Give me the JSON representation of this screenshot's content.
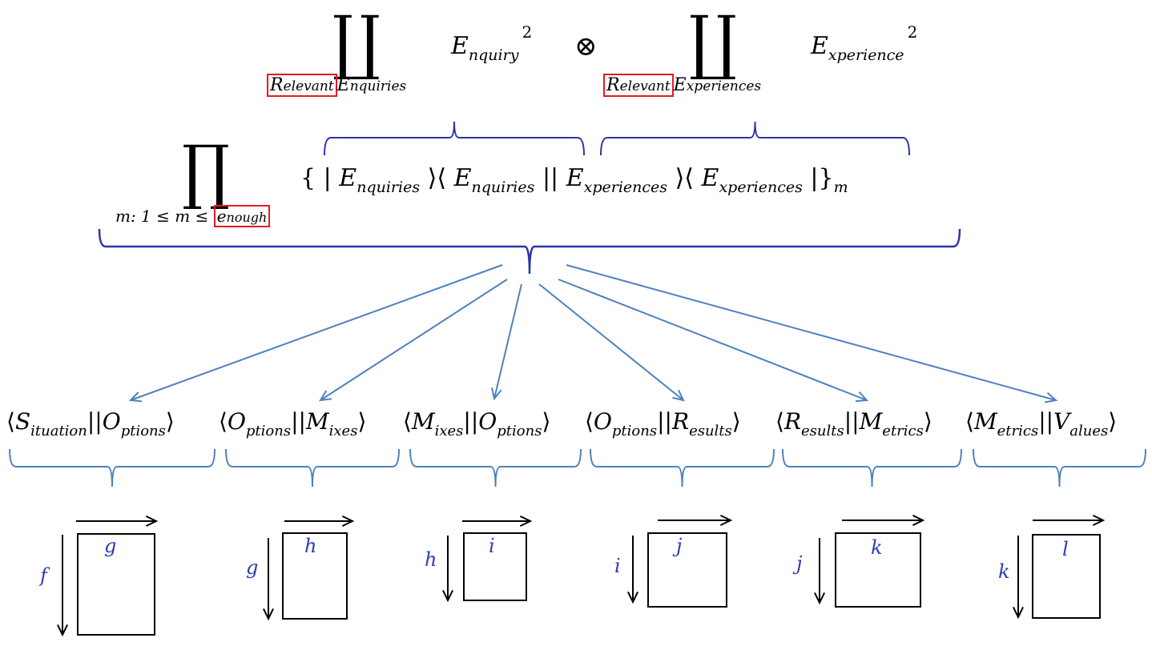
{
  "colors": {
    "dark_brace": "#2a35a8",
    "light_blue": "#4f81bd",
    "label_blue": "#2f3cb4",
    "highlight_box": "#e31b23",
    "ink": "#000000"
  },
  "top_row": {
    "left_coproduct": {
      "symbol": "∐",
      "limit_boxed": "R",
      "limit_boxed_sub": "elevant",
      "limit_main": "E",
      "limit_main_sub": "nquiries"
    },
    "left_term": {
      "base": "E",
      "sub": "nquiry",
      "sup": "2"
    },
    "operator": "⊗",
    "right_coproduct": {
      "symbol": "∐",
      "limit_boxed": "R",
      "limit_boxed_sub": "elevant",
      "limit_main": "E",
      "limit_main_sub": "xperiences"
    },
    "right_term": {
      "base": "E",
      "sub": "xperience",
      "sup": "2"
    }
  },
  "middle_row": {
    "product": {
      "symbol": "∏",
      "limit_prefix": "m: 1 ≤ m ≤ ",
      "limit_boxed": "e",
      "limit_boxed_sub": "nough"
    },
    "open_brace": "{",
    "enquiries_ket": {
      "bar": "|",
      "base": "E",
      "sub": "nquiries",
      "close": "⟩"
    },
    "enquiries_bra": {
      "open": "⟨",
      "base": "E",
      "sub": "nquiries",
      "bar": "|"
    },
    "experiences_ket": {
      "bar": "|",
      "base": "E",
      "sub": "xperiences",
      "close": "⟩"
    },
    "experiences_bra": {
      "open": "⟨",
      "base": "E",
      "sub": "xperiences",
      "bar": "|"
    },
    "close_brace": "}",
    "close_sub": "m"
  },
  "bra_kets": [
    {
      "left_base": "S",
      "left_sub": "ituation",
      "right_base": "O",
      "right_sub": "ptions"
    },
    {
      "left_base": "O",
      "left_sub": "ptions",
      "right_base": "M",
      "right_sub": "ixes"
    },
    {
      "left_base": "M",
      "left_sub": "ixes",
      "right_base": "O",
      "right_sub": "ptions"
    },
    {
      "left_base": "O",
      "left_sub": "ptions",
      "right_base": "R",
      "right_sub": "esults"
    },
    {
      "left_base": "R",
      "left_sub": "esults",
      "right_base": "M",
      "right_sub": "etrics"
    },
    {
      "left_base": "M",
      "left_sub": "etrics",
      "right_base": "V",
      "right_sub": "alues"
    }
  ],
  "bra_ket_symbols": {
    "open": "⟨",
    "close": "⟩",
    "sep": "||"
  },
  "matrices": [
    {
      "row_label": "f",
      "col_label": "g"
    },
    {
      "row_label": "g",
      "col_label": "h"
    },
    {
      "row_label": "h",
      "col_label": "i"
    },
    {
      "row_label": "i",
      "col_label": "j"
    },
    {
      "row_label": "j",
      "col_label": "k"
    },
    {
      "row_label": "k",
      "col_label": "l"
    }
  ]
}
